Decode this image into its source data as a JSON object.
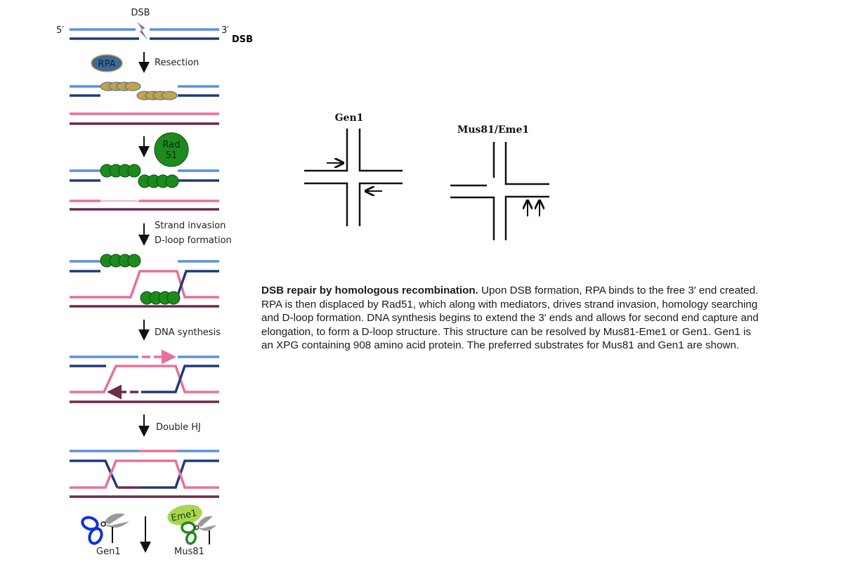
{
  "pathway": {
    "dsb_top_label": "DSB",
    "five_prime": "5′",
    "three_prime": "3′",
    "dsb_side_label": "DSB",
    "rpa_label": "RPA",
    "step1": "Resection",
    "rad51_line1": "Rad",
    "rad51_line2": "51",
    "step3_line1": "Strand invasion",
    "step3_line2": "D-loop formation",
    "step4": "DNA synthesis",
    "step5": "Double HJ",
    "gen1_label": "Gen1",
    "eme1_label": "Eme1",
    "mus81_label": "Mus81"
  },
  "substrates": {
    "gen1_title": "Gen1",
    "mus81_title": "Mus81/Eme1"
  },
  "caption": {
    "title": "DSB repair by homologous recombination.",
    "body": " Upon DSB formation, RPA binds to the free 3′ end created. RPA is then displaced by Rad51, which along with mediators, drives strand invasion, homology searching and D-loop formation. DNA synthesis begins to extend the 3′ ends and allows for second end capture and elongation, to form a D-loop structure. This structure can be resolved by Mus81-Eme1 or Gen1. Gen1 is an XPG containing 908 amino acid protein. The preferred substrates for Mus81 and Gen1 are shown."
  },
  "colors": {
    "light_blue": "#5b8fe3",
    "navy": "#1f3b78",
    "pink": "#e8709c",
    "maroon": "#6b2b4c",
    "rpa": "#3e6897",
    "rpa_oval": "#c4a24a",
    "rad51": "#1d8a1d",
    "eme1": "#a9d64f",
    "gen1_blue": "#1030e0"
  }
}
